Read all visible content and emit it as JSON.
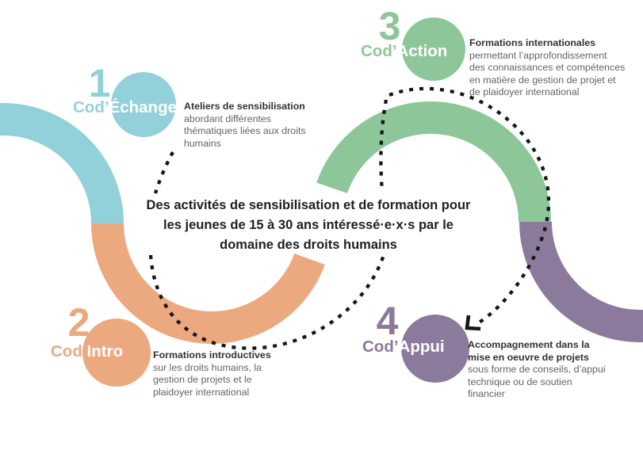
{
  "palette": {
    "teal": "#92D1DA",
    "orange": "#ECA87E",
    "green": "#8DC799",
    "purple": "#8C7A9C",
    "dash": "#161616",
    "title_color": "#202020",
    "desc_bold_color": "#323232",
    "desc_body_color": "#646464",
    "label_on_circle_color": "#FFFFFF"
  },
  "title": {
    "line1": "Des activités de sensibilisation et de formation pour",
    "line2": "les jeunes de 15 à 30 ans intéressé·e·x·s par le",
    "line3": "domaine des droits humains"
  },
  "steps": [
    {
      "number": "1",
      "prefix": "Cod’",
      "suffix": "Échange",
      "desc_bold_lines": [
        "Ateliers de sensibilisation"
      ],
      "desc_lines": [
        "abordant différentes",
        "thématiques liées aux droits",
        "humains"
      ]
    },
    {
      "number": "2",
      "prefix": "Cod’",
      "suffix": "Intro",
      "desc_bold_lines": [
        "Formations introductives"
      ],
      "desc_lines": [
        "sur les droits humains, la",
        "gestion de projets et le",
        "plaidoyer international"
      ]
    },
    {
      "number": "3",
      "prefix": "Cod’",
      "suffix": "Action",
      "desc_bold_lines": [
        "Formations internationales"
      ],
      "desc_lines": [
        "permettant l’approfondissement",
        "des connaissances et compétences",
        "en matière de gestion de projet et",
        "de plaidoyer international"
      ]
    },
    {
      "number": "4",
      "prefix": "Cod’",
      "suffix": "Appui",
      "desc_bold_lines": [
        "Accompagnement dans la",
        "mise en oeuvre de projets"
      ],
      "desc_lines": [
        "sous forme de conseils, d’appui",
        "technique ou de soutien",
        "financier"
      ]
    }
  ]
}
